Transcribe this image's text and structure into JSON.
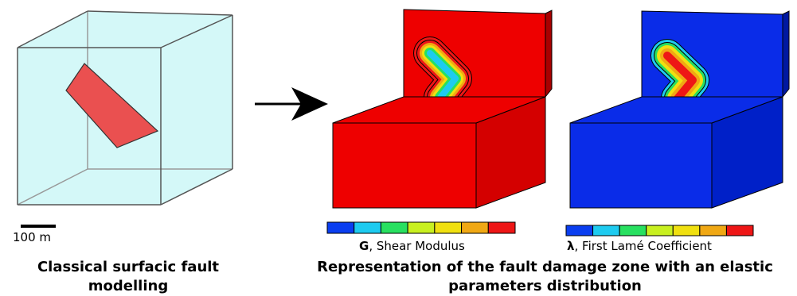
{
  "scale_bar": {
    "label": "100 m"
  },
  "captions": {
    "left": "Classical surfacic fault modelling",
    "right": "Representation of the fault damage zone with an elastic parameters distribution"
  },
  "colorbars": [
    {
      "symbol": "G",
      "label": ", Shear Modulus",
      "colors": [
        "#0a3ef0",
        "#1ecbf0",
        "#28e060",
        "#c8f020",
        "#f0e010",
        "#f0a814",
        "#ee1616"
      ]
    },
    {
      "symbol": "λ",
      "label": ", First Lamé Coefficient",
      "colors": [
        "#0a3ef0",
        "#1ecbf0",
        "#28e060",
        "#c8f020",
        "#f0e010",
        "#f0a814",
        "#ee1616"
      ]
    }
  ],
  "models": {
    "shear": {
      "body_color": "#ee0000",
      "body_dark": "#d40000",
      "ribbon_order": [
        "#f0a814",
        "#f0e010",
        "#28e060",
        "#1ecbf0"
      ]
    },
    "lame": {
      "body_color": "#0a2ce8",
      "body_dark": "#0020c8",
      "ribbon_order": [
        "#1ecbf0",
        "#28e060",
        "#f0e010",
        "#f0a814",
        "#ee1616"
      ]
    }
  },
  "colors": {
    "box_fill": "#d4f8f8",
    "fault_fill": "#ea5050"
  },
  "icons": [
    "arrow-right-icon"
  ]
}
